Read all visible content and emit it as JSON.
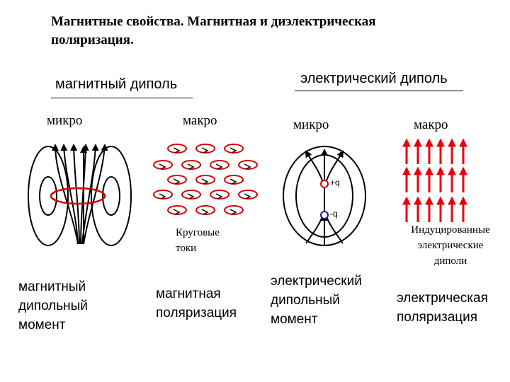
{
  "title": {
    "line1": "Магнитные свойства. Магнитная и диэлектрическая",
    "line2": "поляризация."
  },
  "magnetic": {
    "header": "магнитный диполь",
    "micro_label": "микро",
    "macro_label": "макро",
    "currents_line1": "Круговые",
    "currents_line2": "токи",
    "moment_line1": "магнитный",
    "moment_line2": "дипольный",
    "moment_line3": "момент",
    "polarization_line1": "магнитная",
    "polarization_line2": "поляризация"
  },
  "electric": {
    "header": "электрический диполь",
    "micro_label": "микро",
    "macro_label": "макро",
    "plus_label": "+q",
    "minus_label": "-q",
    "micro_caption": "микро",
    "induced_line1": "Индуцированные",
    "induced_line2": "электрические",
    "induced_line3": "диполи",
    "moment_line1": "электрический",
    "moment_line2": "дипольный",
    "moment_line3": "момент",
    "polarization_line1": "электрическая",
    "polarization_line2": "поляризация"
  },
  "colors": {
    "field_lines": "#000000",
    "current_loop": "#d40000",
    "dipole_arrows": "#e8000b",
    "charge_plus": "#d40000",
    "charge_minus": "#1a1aa0"
  },
  "icons": [
    "field-line-arrow-icon",
    "current-loop-icon",
    "dipole-arrow-icon"
  ]
}
